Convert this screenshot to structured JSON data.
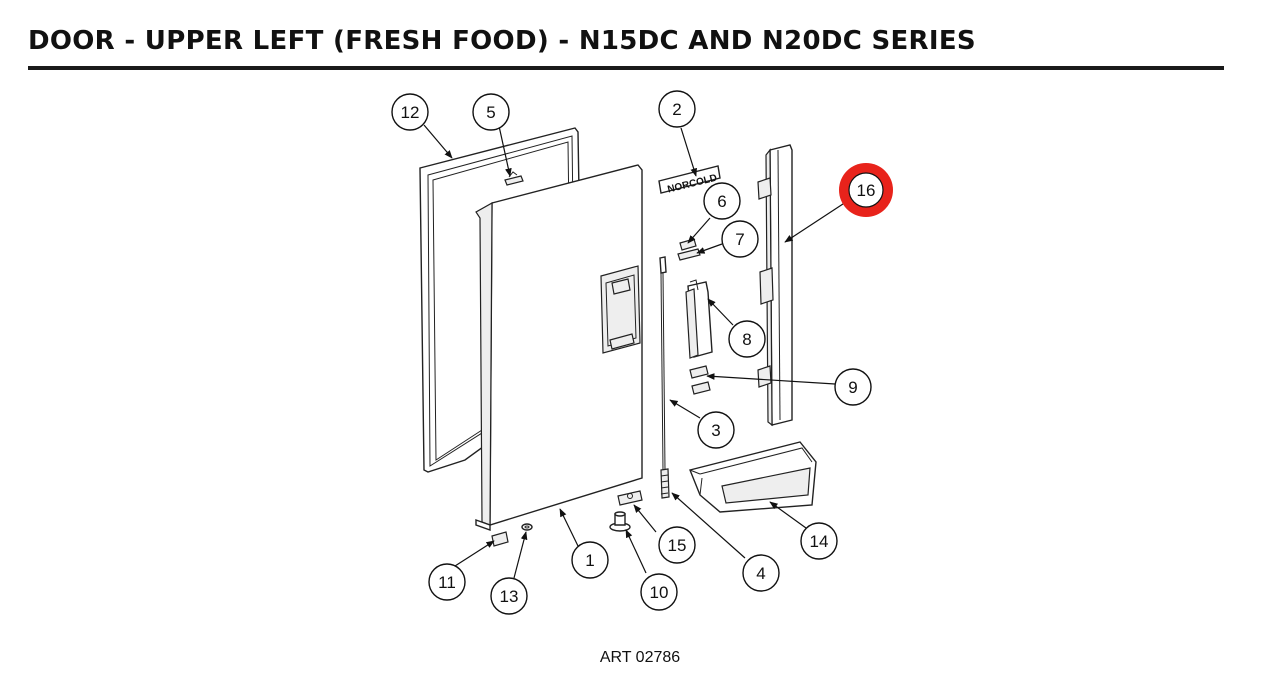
{
  "title": "DOOR - UPPER LEFT (FRESH FOOD) - N15DC AND N20DC SERIES",
  "art_number": "ART 02786",
  "brand_label": "NORCOLD",
  "highlight_color": "#e8231b",
  "callouts": [
    {
      "id": "1",
      "label": "1"
    },
    {
      "id": "2",
      "label": "2"
    },
    {
      "id": "3",
      "label": "3"
    },
    {
      "id": "4",
      "label": "4"
    },
    {
      "id": "5",
      "label": "5"
    },
    {
      "id": "6",
      "label": "6"
    },
    {
      "id": "7",
      "label": "7"
    },
    {
      "id": "8",
      "label": "8"
    },
    {
      "id": "9",
      "label": "9"
    },
    {
      "id": "10",
      "label": "10"
    },
    {
      "id": "11",
      "label": "11"
    },
    {
      "id": "12",
      "label": "12"
    },
    {
      "id": "13",
      "label": "13"
    },
    {
      "id": "14",
      "label": "14"
    },
    {
      "id": "15",
      "label": "15"
    },
    {
      "id": "16",
      "label": "16",
      "highlighted": true
    }
  ]
}
